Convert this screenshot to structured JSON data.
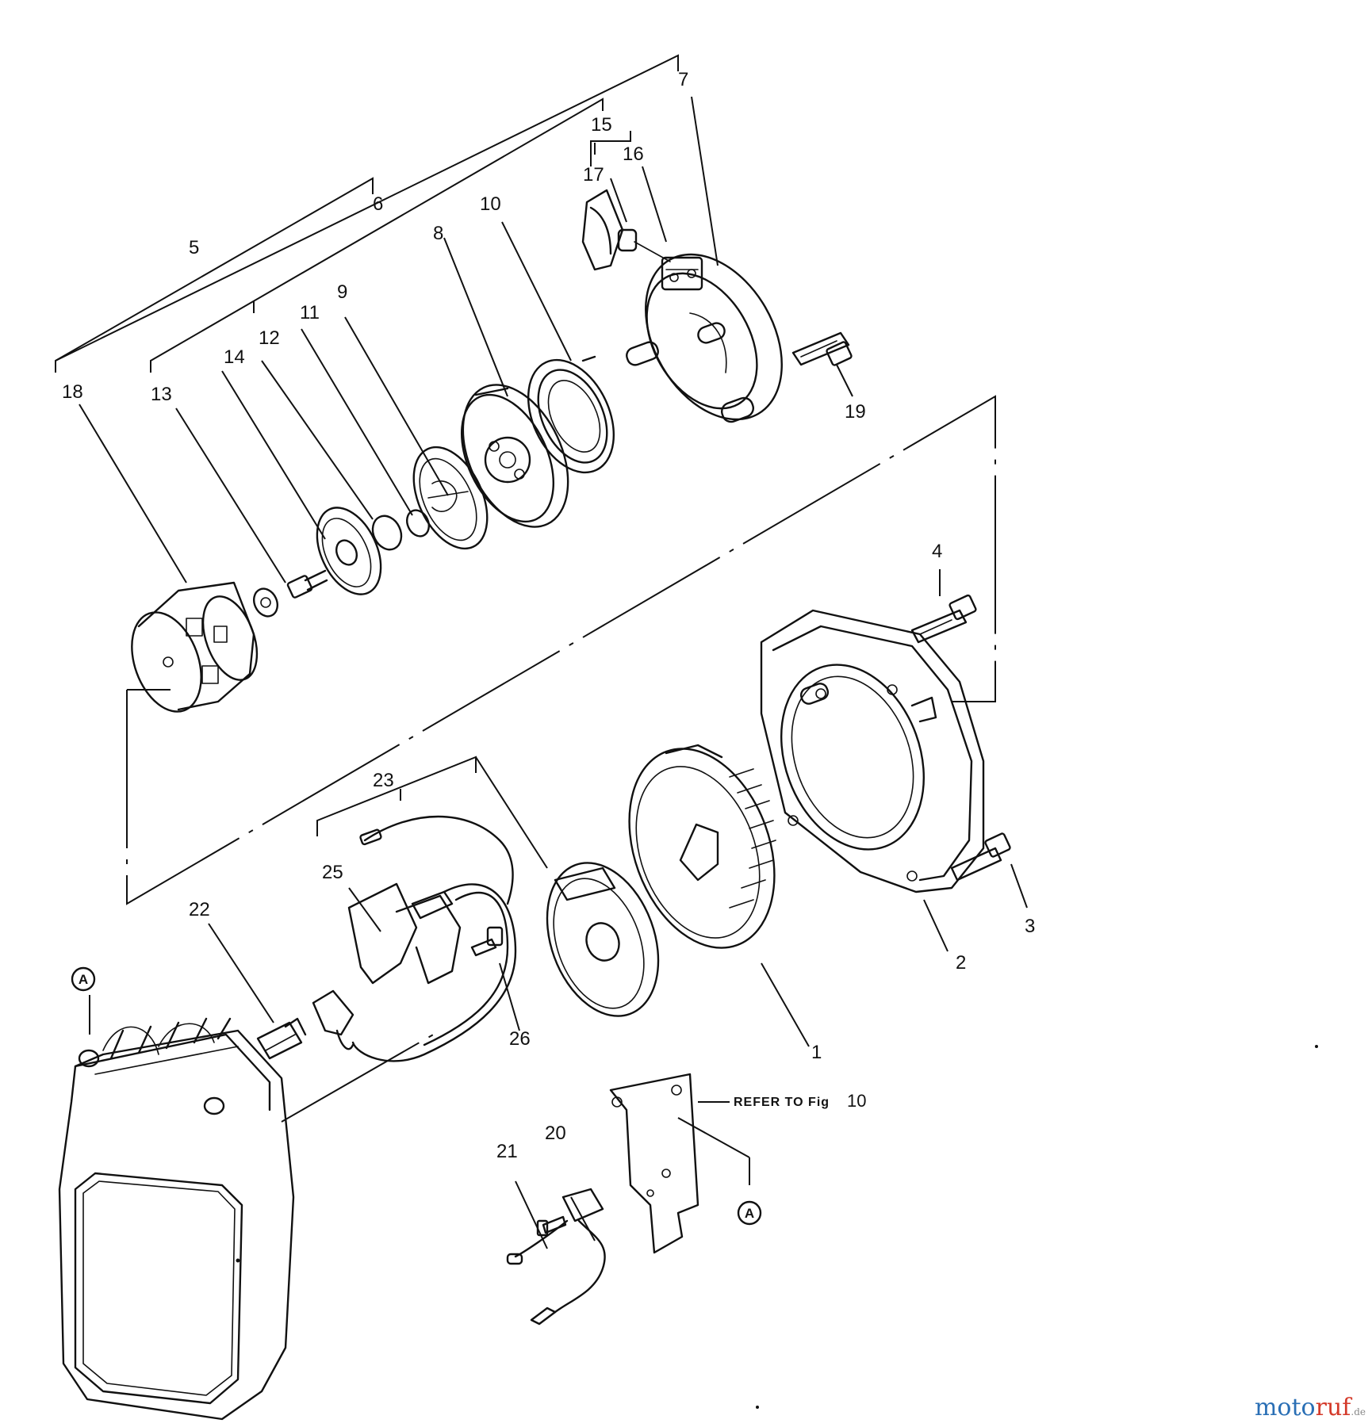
{
  "figure": {
    "part_numbers": [
      "1",
      "2",
      "3",
      "4",
      "5",
      "6",
      "7",
      "8",
      "9",
      "10",
      "11",
      "12",
      "13",
      "14",
      "15",
      "16",
      "17",
      "18",
      "19",
      "20",
      "21",
      "22",
      "23",
      "25",
      "26"
    ],
    "reference_markers": [
      "A",
      "A"
    ],
    "note": {
      "text": "REFER TO Fig",
      "fig_number": "10"
    }
  },
  "watermark": {
    "brand_part1": "moto",
    "brand_part2": "ruf",
    "domain": ".de"
  }
}
